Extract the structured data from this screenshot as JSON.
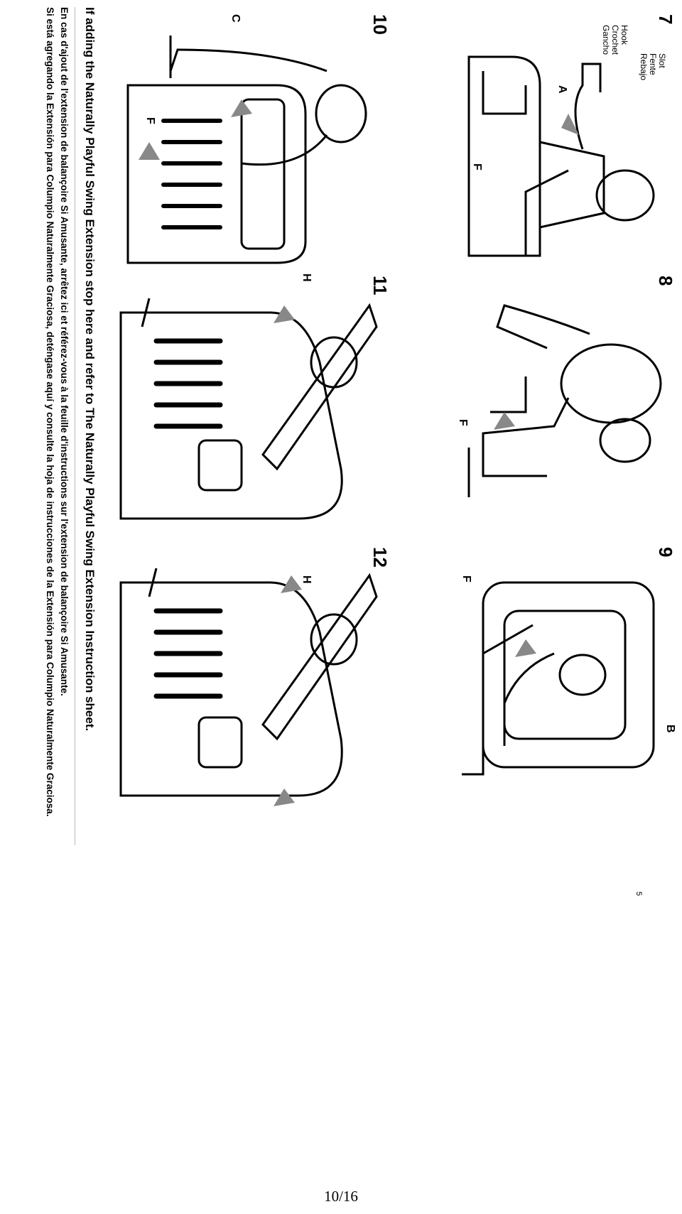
{
  "steps": [
    "7",
    "8",
    "9",
    "10",
    "11",
    "12"
  ],
  "step7": {
    "callout_lines": [
      "Slot",
      "Fente",
      "Rebajo",
      "Hook",
      "Crochet",
      "Gancho"
    ],
    "letters": [
      "A",
      "F"
    ]
  },
  "step8": {
    "letters": [
      "F"
    ]
  },
  "step9": {
    "letters": [
      "F",
      "B"
    ]
  },
  "step10": {
    "letters": [
      "C",
      "F"
    ]
  },
  "step11": {
    "letters": [
      "H"
    ]
  },
  "step12": {
    "letters": [
      "H"
    ]
  },
  "notice": {
    "en": "If adding the Naturally Playful Swing Extension stop here and refer to The Naturally Playful Swing Extension Instruction sheet.",
    "fr": "En cas d'ajout de l'extension de balançoire Si Amusante, arrêtez ici et référez-vous à la feuille d'instructions sur l'extension de balançoire Si Amusante.",
    "es": "Si está agregando la Extensión para Columpio Naturalmente Graciosa, deténgase aquí y consulte la hoja de instrucciones de la Extensión para Columpio Naturalmente Graciosa."
  },
  "manual_page_number": "5",
  "footer": {
    "page": "10/16"
  }
}
